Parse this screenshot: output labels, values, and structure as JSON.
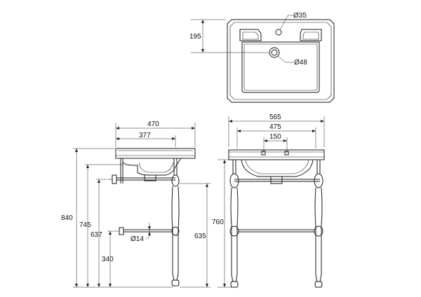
{
  "top_view": {
    "dim_tap_hole": "Ø35",
    "dim_waste": "Ø48",
    "dim_depth_to_waste": "195"
  },
  "side_view": {
    "dim_overall_depth": "470",
    "dim_bowl_depth": "377",
    "dim_total_height": "840",
    "dim_rim_height": "745",
    "dim_upper_rail_height": "637",
    "dim_lower_rail_height": "340",
    "dim_leg_length": "635",
    "dim_rail_diameter": "Ø14"
  },
  "front_view": {
    "dim_overall_width": "565",
    "dim_bowl_width": "475",
    "dim_tap_centres": "150",
    "dim_leg_height": "760"
  }
}
